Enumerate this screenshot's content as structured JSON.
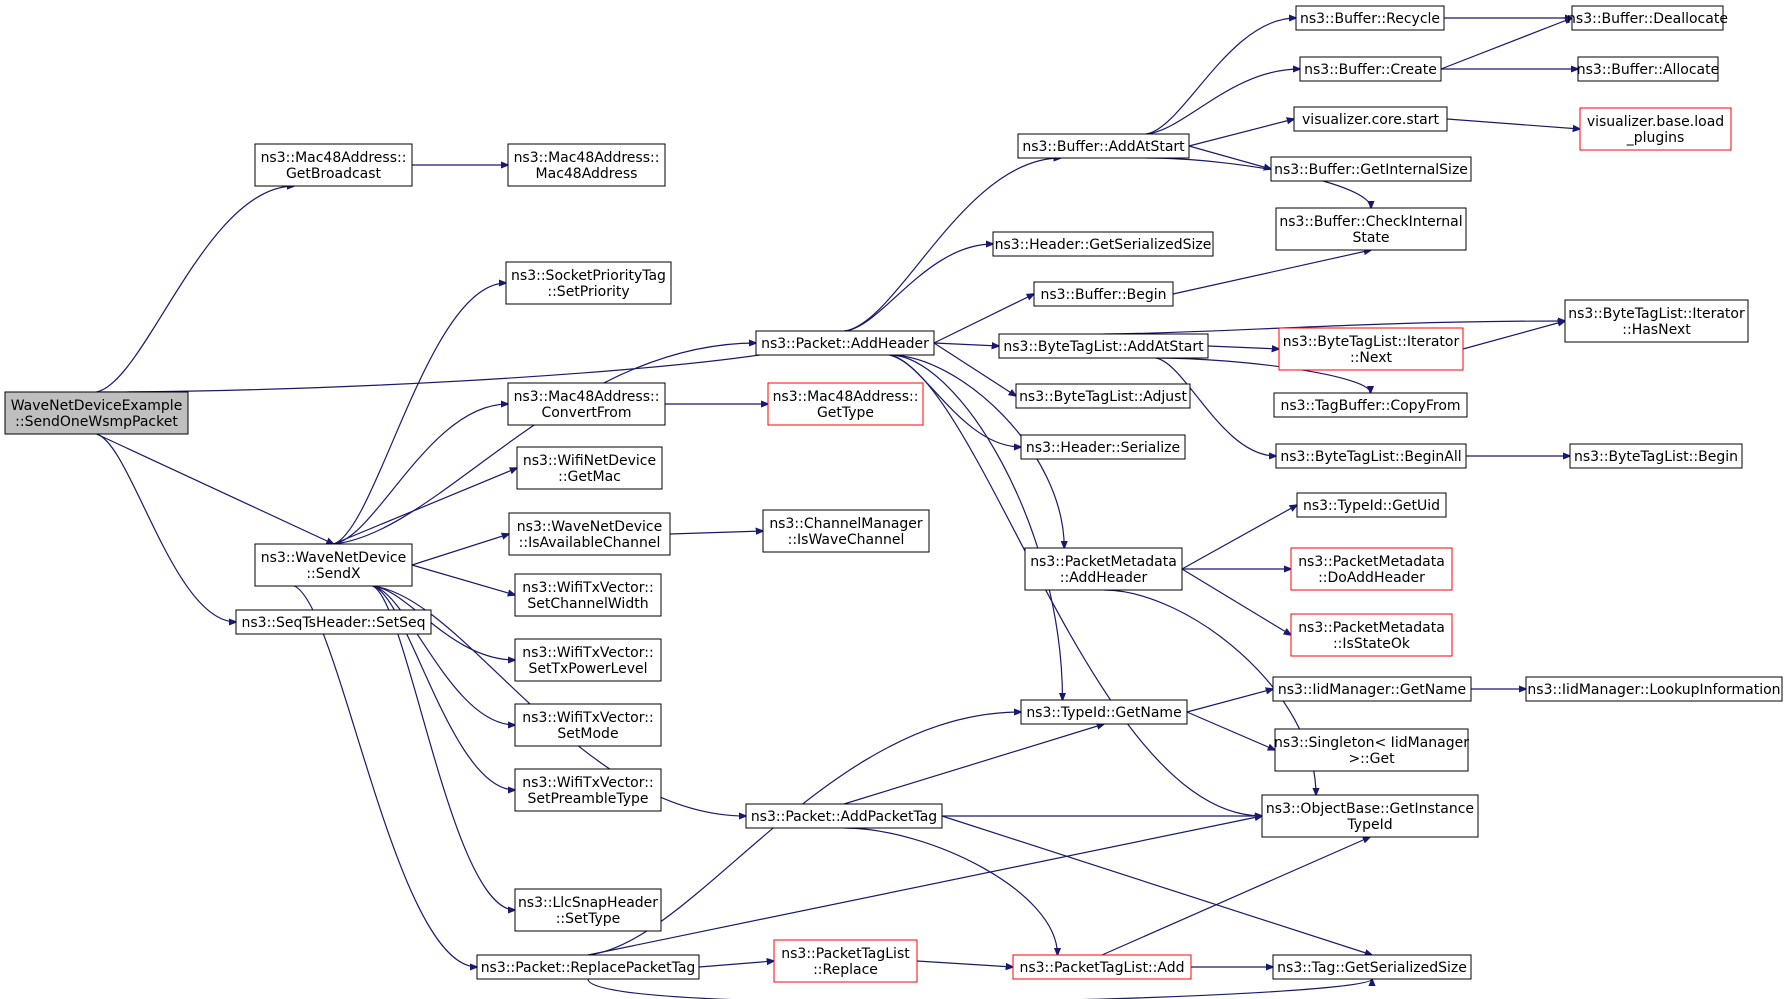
{
  "colors": {
    "edge": "#191970",
    "truncated_border": "#ff0000",
    "root_fill": "#bfbfbf"
  },
  "nodes": [
    {
      "id": "root",
      "lines": [
        "WaveNetDeviceExample",
        "::SendOneWsmpPacket"
      ],
      "style": "root"
    },
    {
      "id": "getbroadcast",
      "lines": [
        "ns3::Mac48Address::",
        "GetBroadcast"
      ]
    },
    {
      "id": "mac48ctor",
      "lines": [
        "ns3::Mac48Address::",
        "Mac48Address"
      ]
    },
    {
      "id": "sendx",
      "lines": [
        "ns3::WaveNetDevice",
        "::SendX"
      ]
    },
    {
      "id": "setseq",
      "lines": [
        "ns3::SeqTsHeader::SetSeq"
      ]
    },
    {
      "id": "setpriority",
      "lines": [
        "ns3::SocketPriorityTag",
        "::SetPriority"
      ]
    },
    {
      "id": "addheader",
      "lines": [
        "ns3::Packet::AddHeader"
      ]
    },
    {
      "id": "convertfrom",
      "lines": [
        "ns3::Mac48Address::",
        "ConvertFrom"
      ]
    },
    {
      "id": "mac48gettype",
      "lines": [
        "ns3::Mac48Address::",
        "GetType"
      ],
      "style": "red"
    },
    {
      "id": "getmac",
      "lines": [
        "ns3::WifiNetDevice",
        "::GetMac"
      ]
    },
    {
      "id": "isavail",
      "lines": [
        "ns3::WaveNetDevice",
        "::IsAvailableChannel"
      ]
    },
    {
      "id": "iswave",
      "lines": [
        "ns3::ChannelManager",
        "::IsWaveChannel"
      ]
    },
    {
      "id": "setchw",
      "lines": [
        "ns3::WifiTxVector::",
        "SetChannelWidth"
      ]
    },
    {
      "id": "settxpl",
      "lines": [
        "ns3::WifiTxVector::",
        "SetTxPowerLevel"
      ]
    },
    {
      "id": "setmode",
      "lines": [
        "ns3::WifiTxVector::",
        "SetMode"
      ]
    },
    {
      "id": "setpre",
      "lines": [
        "ns3::WifiTxVector::",
        "SetPreambleType"
      ]
    },
    {
      "id": "llcsettype",
      "lines": [
        "ns3::LlcSnapHeader",
        "::SetType"
      ]
    },
    {
      "id": "replacepkttag",
      "lines": [
        "ns3::Packet::ReplacePacketTag"
      ]
    },
    {
      "id": "addpkttag",
      "lines": [
        "ns3::Packet::AddPacketTag"
      ]
    },
    {
      "id": "ptlreplace",
      "lines": [
        "ns3::PacketTagList",
        "::Replace"
      ],
      "style": "red"
    },
    {
      "id": "ptladd",
      "lines": [
        "ns3::PacketTagList::Add"
      ],
      "style": "red"
    },
    {
      "id": "bufaddatstart",
      "lines": [
        "ns3::Buffer::AddAtStart"
      ]
    },
    {
      "id": "hdrgetsersize",
      "lines": [
        "ns3::Header::GetSerializedSize"
      ]
    },
    {
      "id": "bufbegin",
      "lines": [
        "ns3::Buffer::Begin"
      ]
    },
    {
      "id": "btladdatstart",
      "lines": [
        "ns3::ByteTagList::AddAtStart"
      ]
    },
    {
      "id": "btladjust",
      "lines": [
        "ns3::ByteTagList::Adjust"
      ]
    },
    {
      "id": "hdrserialize",
      "lines": [
        "ns3::Header::Serialize"
      ]
    },
    {
      "id": "pmaddheader",
      "lines": [
        "ns3::PacketMetadata",
        "::AddHeader"
      ]
    },
    {
      "id": "typeidgetname",
      "lines": [
        "ns3::TypeId::GetName"
      ]
    },
    {
      "id": "bufrecycle",
      "lines": [
        "ns3::Buffer::Recycle"
      ]
    },
    {
      "id": "bufcreate",
      "lines": [
        "ns3::Buffer::Create"
      ]
    },
    {
      "id": "vizstart",
      "lines": [
        "visualizer.core.start"
      ]
    },
    {
      "id": "bufgetintsize",
      "lines": [
        "ns3::Buffer::GetInternalSize"
      ]
    },
    {
      "id": "bufcheckint",
      "lines": [
        "ns3::Buffer::CheckInternal",
        "State"
      ]
    },
    {
      "id": "bufdealloc",
      "lines": [
        "ns3::Buffer::Deallocate"
      ]
    },
    {
      "id": "bufalloc",
      "lines": [
        "ns3::Buffer::Allocate"
      ]
    },
    {
      "id": "vizload",
      "lines": [
        "visualizer.base.load",
        "_plugins"
      ],
      "style": "red"
    },
    {
      "id": "btlitnext",
      "lines": [
        "ns3::ByteTagList::Iterator",
        "::Next"
      ],
      "style": "red"
    },
    {
      "id": "btlithasnext",
      "lines": [
        "ns3::ByteTagList::Iterator",
        "::HasNext"
      ]
    },
    {
      "id": "tagbufcopyfrom",
      "lines": [
        "ns3::TagBuffer::CopyFrom"
      ]
    },
    {
      "id": "btlbeginall",
      "lines": [
        "ns3::ByteTagList::BeginAll"
      ]
    },
    {
      "id": "btlbegin",
      "lines": [
        "ns3::ByteTagList::Begin"
      ]
    },
    {
      "id": "typeidgetuid",
      "lines": [
        "ns3::TypeId::GetUid"
      ]
    },
    {
      "id": "pmdoaddheader",
      "lines": [
        "ns3::PacketMetadata",
        "::DoAddHeader"
      ],
      "style": "red"
    },
    {
      "id": "pmisstateok",
      "lines": [
        "ns3::PacketMetadata",
        "::IsStateOk"
      ],
      "style": "red"
    },
    {
      "id": "iidgetname",
      "lines": [
        "ns3::IidManager::GetName"
      ]
    },
    {
      "id": "iidlookup",
      "lines": [
        "ns3::IidManager::LookupInformation"
      ]
    },
    {
      "id": "singletonget",
      "lines": [
        "ns3::Singleton< IidManager",
        ">::Get"
      ]
    },
    {
      "id": "objgetinsttid",
      "lines": [
        "ns3::ObjectBase::GetInstance",
        "TypeId"
      ]
    },
    {
      "id": "taggetsersize",
      "lines": [
        "ns3::Tag::GetSerializedSize"
      ]
    }
  ]
}
